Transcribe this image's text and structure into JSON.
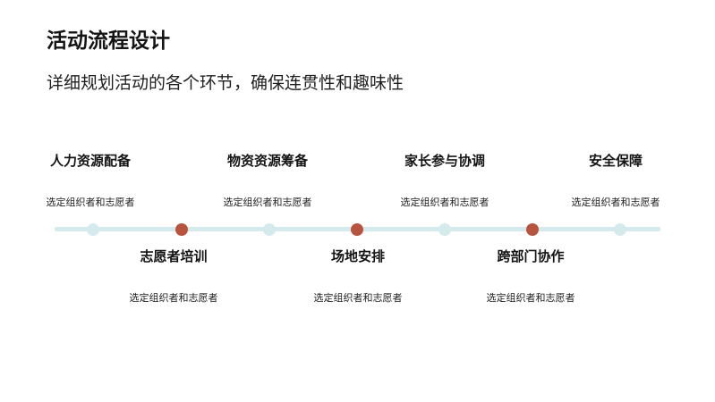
{
  "title": "活动流程设计",
  "subtitle": "详细规划活动的各个环节，确保连贯性和趣味性",
  "colors": {
    "line": "#d4eaec",
    "node_light": "#d4eaec",
    "node_accent": "#b8543e"
  },
  "steps": [
    {
      "label": "人力资源配备",
      "desc": "选定组织者和志愿者"
    },
    {
      "label": "志愿者培训",
      "desc": "选定组织者和志愿者"
    },
    {
      "label": "物资资源筹备",
      "desc": "选定组织者和志愿者"
    },
    {
      "label": "场地安排",
      "desc": "选定组织者和志愿者"
    },
    {
      "label": "家长参与协调",
      "desc": "选定组织者和志愿者"
    },
    {
      "label": "跨部门协作",
      "desc": "选定组织者和志愿者"
    },
    {
      "label": "安全保障",
      "desc": "选定组织者和志愿者"
    }
  ]
}
